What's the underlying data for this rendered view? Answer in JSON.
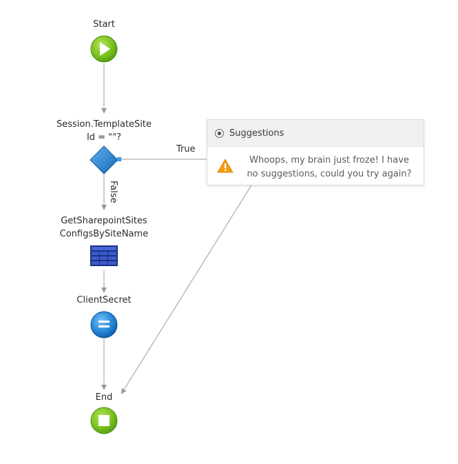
{
  "nodes": {
    "start": {
      "label": "Start",
      "icon": "play-icon"
    },
    "condition": {
      "label_line1": "Session.TemplateSite",
      "label_line2": "Id = \"\"?",
      "icon": "diamond-icon"
    },
    "aggregate": {
      "label_line1": "GetSharepointSites",
      "label_line2": "ConfigsBySiteName",
      "icon": "table-icon"
    },
    "assign": {
      "label": "ClientSecret",
      "icon": "equals-icon"
    },
    "end": {
      "label": "End",
      "icon": "stop-icon"
    }
  },
  "edges": {
    "true_label": "True",
    "false_label": "False"
  },
  "suggestions": {
    "title": "Suggestions",
    "message": "Whoops, my brain just froze! I have no suggestions, could you try again?",
    "icon": "warning-icon"
  },
  "colors": {
    "green": "#6cb41a",
    "blue": "#1e78c8",
    "connector": "#9a9a9a",
    "warning": "#f39c12"
  }
}
